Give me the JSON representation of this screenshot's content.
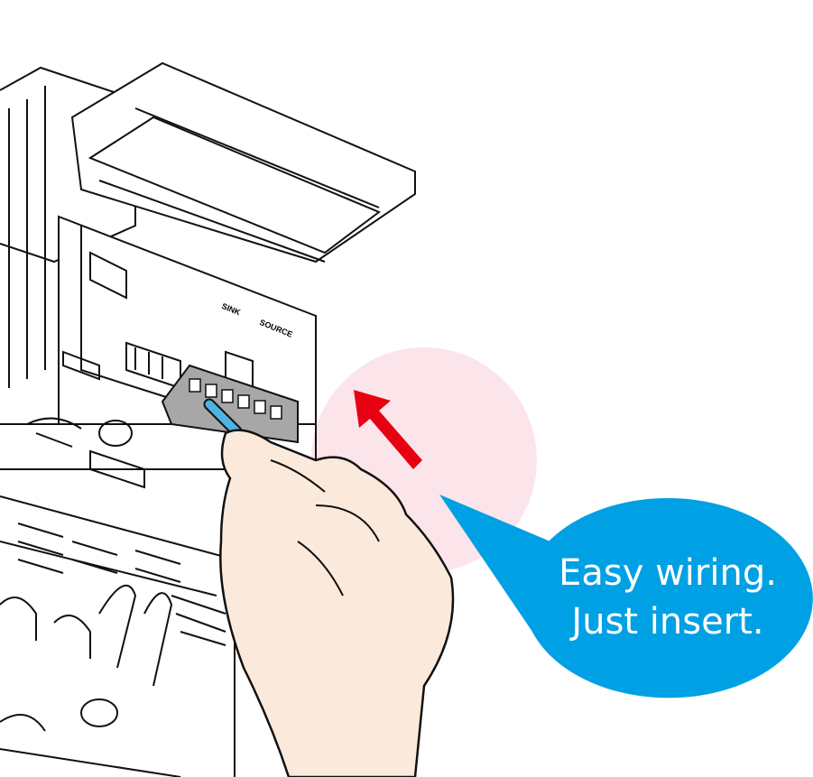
{
  "callout": {
    "line1": "Easy wiring.",
    "line2": "Just insert."
  },
  "switch_labels": {
    "sink": "SINK",
    "source": "SOURCE"
  },
  "colors": {
    "bubble": "#00a0e4",
    "highlight": "#fbe4ea",
    "arrow": "#e60012",
    "skin": "#fbeadc",
    "wire": "#e8502a"
  }
}
